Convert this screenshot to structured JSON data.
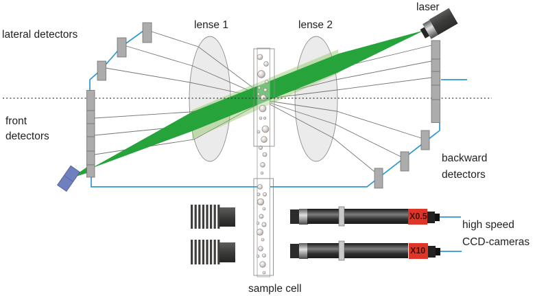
{
  "labels": {
    "lateral_detectors": "lateral detectors",
    "front_detectors_line1": "front",
    "front_detectors_line2": "detectors",
    "lense1": "lense 1",
    "lense2": "lense 2",
    "laser": "laser",
    "backward_detectors_line1": "backward",
    "backward_detectors_line2": "detectors",
    "ccd_line1": "high speed",
    "ccd_line2": "CCD-cameras",
    "sample_cell": "sample cell"
  },
  "cameras": [
    {
      "magnification": "X0.5"
    },
    {
      "magnification": "X10"
    }
  ],
  "colors": {
    "beam_green": "#27a33b",
    "beam_light_green": "#8cc563",
    "signal_blue": "#2e97cf",
    "detector_gray": "#acacac",
    "lens_gray": "#ebebeb",
    "red_label_bg": "#df3428",
    "beam_dump_blue": "#7080bd",
    "text": "#1f1f1f"
  }
}
